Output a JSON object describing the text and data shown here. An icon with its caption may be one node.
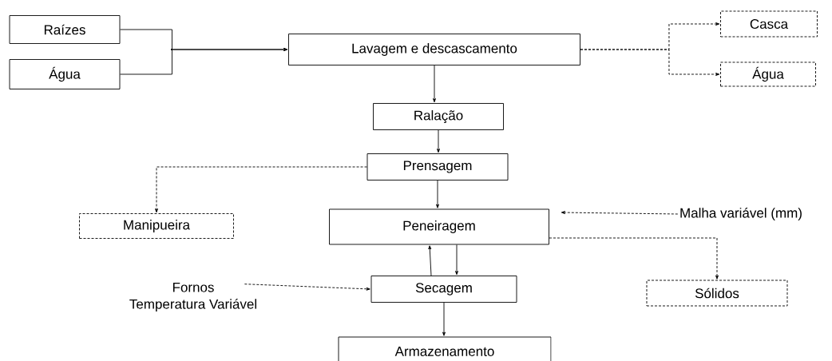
{
  "diagram": {
    "nodes": [
      {
        "text": [
          "Raízes"
        ]
      },
      {
        "text": [
          "Água"
        ]
      },
      {
        "text": [
          "Lavagem e descascamento"
        ]
      },
      {
        "text": [
          "Casca"
        ]
      },
      {
        "text": [
          "Água"
        ]
      },
      {
        "text": [
          "Ralação"
        ]
      },
      {
        "text": [
          "Prensagem"
        ]
      },
      {
        "text": [
          "Manipueira"
        ]
      },
      {
        "text": [
          "Peneiragem"
        ]
      },
      {
        "text": [
          "Malha variável (mm)"
        ]
      },
      {
        "text": [
          "Secagem"
        ]
      },
      {
        "text": [
          "Sólidos"
        ]
      },
      {
        "text": [
          "Fornos",
          "Temperatura Variável"
        ]
      },
      {
        "text": [
          "Armazenamento"
        ]
      }
    ],
    "edges": [
      {
        "from": 0,
        "to": 2,
        "arrow": "to"
      },
      {
        "from": 1,
        "to": 2,
        "arrow": "to"
      },
      {
        "from": 2,
        "to": 3,
        "arrow": "to",
        "style": "dashed"
      },
      {
        "from": 2,
        "to": 4,
        "arrow": "to",
        "style": "dashed"
      },
      {
        "from": 2,
        "to": 5,
        "arrow": "to"
      },
      {
        "from": 5,
        "to": 6,
        "arrow": "to"
      },
      {
        "from": 6,
        "to": 7,
        "arrow": "to",
        "style": "dashed"
      },
      {
        "from": 6,
        "to": 8,
        "arrow": "to"
      },
      {
        "from": 9,
        "to": 8,
        "arrow": "to",
        "style": "dashed"
      },
      {
        "from": 8,
        "to": 10,
        "arrow": "to"
      },
      {
        "from": 10,
        "to": 8,
        "arrow": "to"
      },
      {
        "from": 8,
        "to": 11,
        "arrow": "to",
        "style": "dashed"
      },
      {
        "from": 12,
        "to": 10,
        "arrow": "to",
        "style": "dashed"
      },
      {
        "from": 10,
        "to": 13,
        "arrow": "to"
      }
    ]
  }
}
